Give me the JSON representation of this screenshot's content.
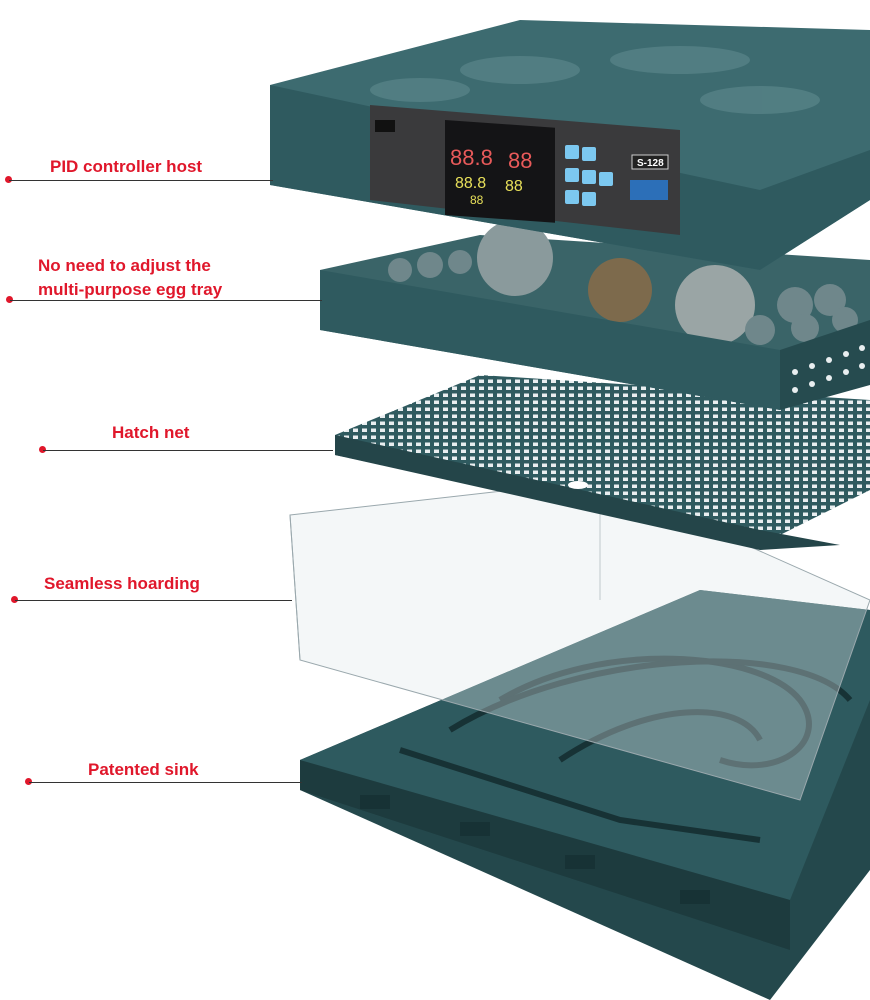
{
  "callouts": [
    {
      "label": "PID controller host"
    },
    {
      "label_line1": "No need to adjust the",
      "label_line2": "multi-purpose egg tray"
    },
    {
      "label": "Hatch net"
    },
    {
      "label": "Seamless hoarding"
    },
    {
      "label": "Patented sink"
    }
  ],
  "controller": {
    "model": "S-128",
    "display_top_left": "88.8",
    "display_top_right": "88",
    "display_mid_left": "88.8",
    "display_mid_right": "88",
    "display_bottom": "88"
  },
  "colors": {
    "label": "#e0172b",
    "body": "#2f5a5f",
    "body_dark": "#1f3f43",
    "panel": "#3a3a3c"
  }
}
